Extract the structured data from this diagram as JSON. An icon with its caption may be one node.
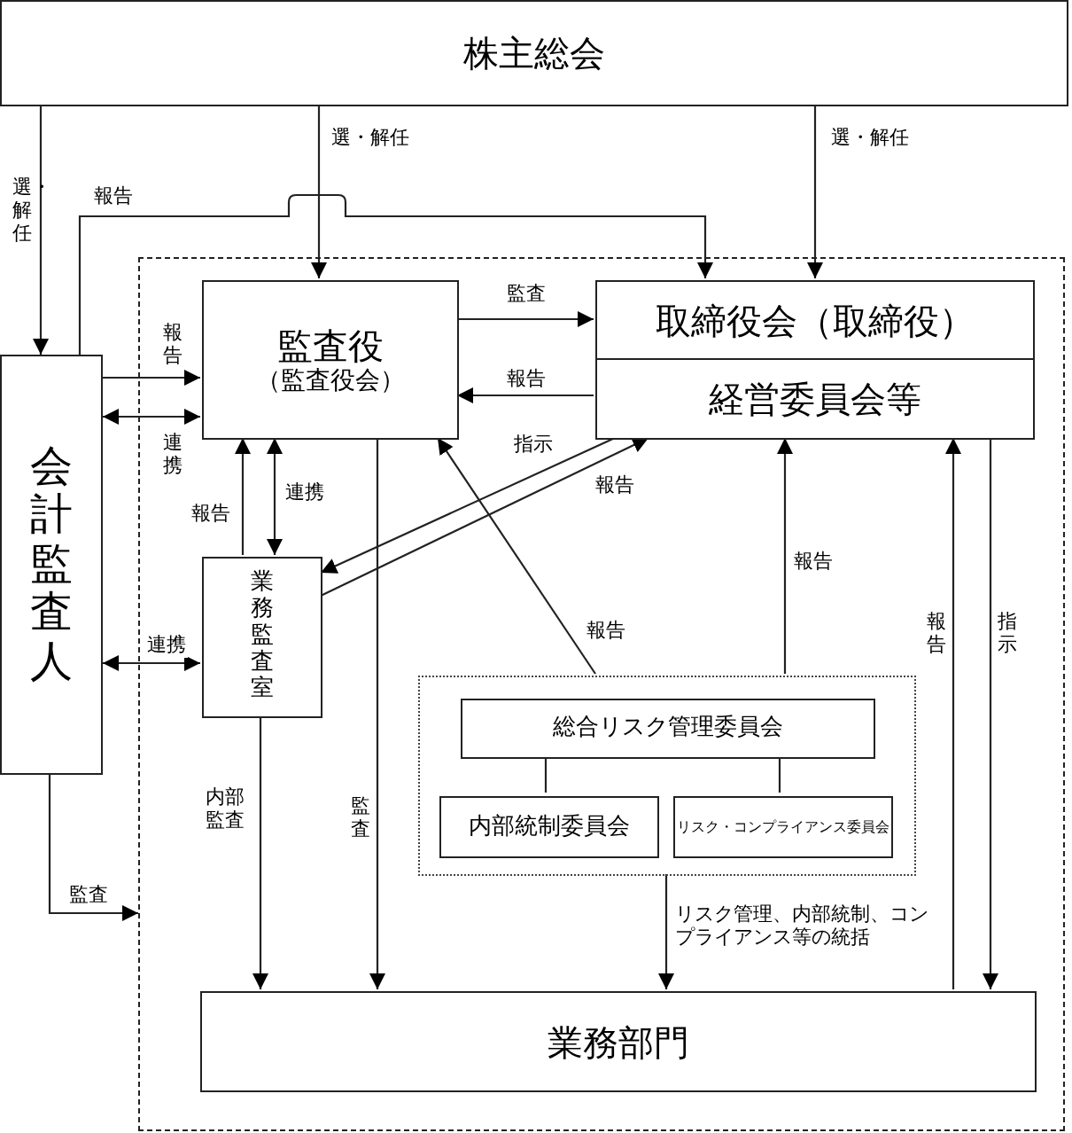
{
  "diagram": {
    "nodes": [
      {
        "text": [
          "株主総会"
        ]
      },
      {
        "text": [],
        "shape": "box"
      },
      {
        "text": [
          "会計監査人"
        ]
      },
      {
        "text": [
          "監査役",
          "（監査役会）"
        ],
        "in": 1
      },
      {
        "text": [
          "取締役会（取締役）"
        ],
        "in": 1
      },
      {
        "text": [
          "経営委員会等"
        ],
        "in": 1
      },
      {
        "text": [
          "業務監査室"
        ],
        "in": 1
      },
      {
        "text": [],
        "shape": "box",
        "in": 1
      },
      {
        "text": [
          "総合リスク管理委員会"
        ],
        "in": 7
      },
      {
        "text": [
          "内部統制委員会"
        ],
        "in": 7
      },
      {
        "text": [
          "リスク・コンプライアンス委員会"
        ],
        "in": 7
      },
      {
        "text": [
          "業務部門"
        ],
        "in": 1
      }
    ],
    "edges": [
      {
        "from": 0,
        "to": 2,
        "arrow": "to",
        "label": "選・解任"
      },
      {
        "from": 0,
        "to": 3,
        "arrow": "to",
        "label": "選・解任"
      },
      {
        "from": 0,
        "to": 4,
        "arrow": "to",
        "label": "選・解任"
      },
      {
        "from": 2,
        "to": 4,
        "arrow": "to",
        "label": "報告"
      },
      {
        "from": 2,
        "to": 3,
        "arrow": "to",
        "label": "報告"
      },
      {
        "from": 2,
        "to": 3,
        "arrow": "both",
        "label": "連携"
      },
      {
        "from": 3,
        "to": 4,
        "arrow": "to",
        "label": "監査"
      },
      {
        "from": 5,
        "to": 3,
        "arrow": "to",
        "label": "報告"
      },
      {
        "from": 6,
        "to": 3,
        "arrow": "to",
        "label": "報告"
      },
      {
        "from": 3,
        "to": 6,
        "arrow": "both",
        "label": "連携"
      },
      {
        "from": 5,
        "to": 6,
        "arrow": "to",
        "label": "指示"
      },
      {
        "from": 6,
        "to": 5,
        "arrow": "to",
        "label": "報告"
      },
      {
        "from": 7,
        "to": 3,
        "arrow": "to",
        "label": "報告"
      },
      {
        "from": 7,
        "to": 5,
        "arrow": "to",
        "label": "報告"
      },
      {
        "from": 11,
        "to": 5,
        "arrow": "to",
        "label": "報告"
      },
      {
        "from": 5,
        "to": 11,
        "arrow": "to",
        "label": "指示"
      },
      {
        "from": 2,
        "to": 1,
        "arrow": "to",
        "label": "監査"
      },
      {
        "from": 2,
        "to": 6,
        "arrow": "both",
        "label": "連携"
      },
      {
        "from": 6,
        "to": 11,
        "arrow": "to",
        "label": "内部監査"
      },
      {
        "from": 3,
        "to": 11,
        "arrow": "to",
        "label": "監査"
      },
      {
        "from": 7,
        "to": 11,
        "arrow": "to",
        "label": "リスク管理、内部統制、コンプライアンス等の統括"
      },
      {
        "from": 8,
        "to": 9,
        "arrow": "none"
      },
      {
        "from": 8,
        "to": 10,
        "arrow": "none"
      }
    ]
  }
}
